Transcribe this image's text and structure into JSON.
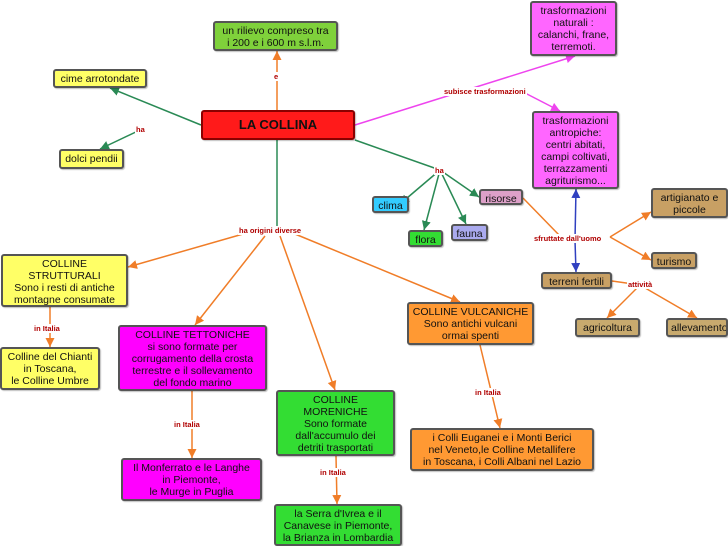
{
  "colors": {
    "root": "#ff1a1a",
    "green": "#7fd13b",
    "yellow": "#ffff66",
    "pink": "#ff66ff",
    "magenta": "#ff00ff",
    "orange": "#ff9933",
    "cyan": "#33ccff",
    "bright_green": "#33dd33",
    "lavender": "#aaaaee",
    "rose": "#dda0c8",
    "brown": "#c8a064",
    "olive": "#c8aa6e",
    "edge_orange": "#f07d28",
    "edge_green": "#2a8a55",
    "edge_magenta": "#ee44ee",
    "edge_blue": "#3040c0"
  },
  "nodes": {
    "root": "LA COLLINA",
    "rilievo": "un rilievo compreso tra\ni 200 e i 600 m s.l.m.",
    "cime": "cime arrotondate",
    "pendii": "dolci pendii",
    "trasf_naturali": "trasformazioni\nnaturali :\ncalanchi, frane,\nterremoti.",
    "trasf_antropiche": "trasformazioni\nantropiche:\ncentri abitati,\ncampi coltivati,\nterrazzamenti\nagriturismo...",
    "clima": "clima",
    "flora": "flora",
    "fauna": "fauna",
    "risorse": "risorse",
    "artigianato": "artigianato e\npiccole industrie",
    "turismo": "turismo",
    "terreni": "terreni fertili",
    "agricoltura": "agricoltura",
    "allevamento": "allevamento",
    "strutturali": "COLLINE STRUTTURALI\nSono i resti di antiche\nmontagne  consumate\ndagli eventi atmosferici",
    "tettoniche": "COLLINE TETTONICHE\nsi sono formate per\ncorrugamento della crosta\nterrestre e il sollevamento\ndel fondo marino",
    "moreniche": "COLLINE MORENICHE\nSono formate\ndall'accumulo dei\ndetriti trasportati\ndai ghiacciai",
    "vulcaniche": "COLLINE VULCANICHE\nSono antichi vulcani\normai spenti",
    "chianti": "Colline del Chianti\nin Toscana,\nle Colline Umbre",
    "monferrato": "Il Monferrato e le Langhe\nin Piemonte,\nle Murge in Puglia",
    "serra": "la Serra d'Ivrea e il\nCanavese in Piemonte,\nla Brianza in Lombardia",
    "euganei": "i Colli Euganei e i Monti Berici\nnel Veneto,le Colline Metallifere\nin Toscana, i Colli Albani nel Lazio"
  },
  "links": {
    "e": "e",
    "ha_left": "ha",
    "subisce": "subisce trasformazioni",
    "ha_right": "ha",
    "sfruttate": "sfruttate dall'uomo",
    "attivita": "attività",
    "origini": "ha  origini diverse",
    "in_italia_1": "in Italia",
    "in_italia_2": "in Italia",
    "in_italia_3": "in Italia",
    "in_italia_4": "in Italia"
  }
}
